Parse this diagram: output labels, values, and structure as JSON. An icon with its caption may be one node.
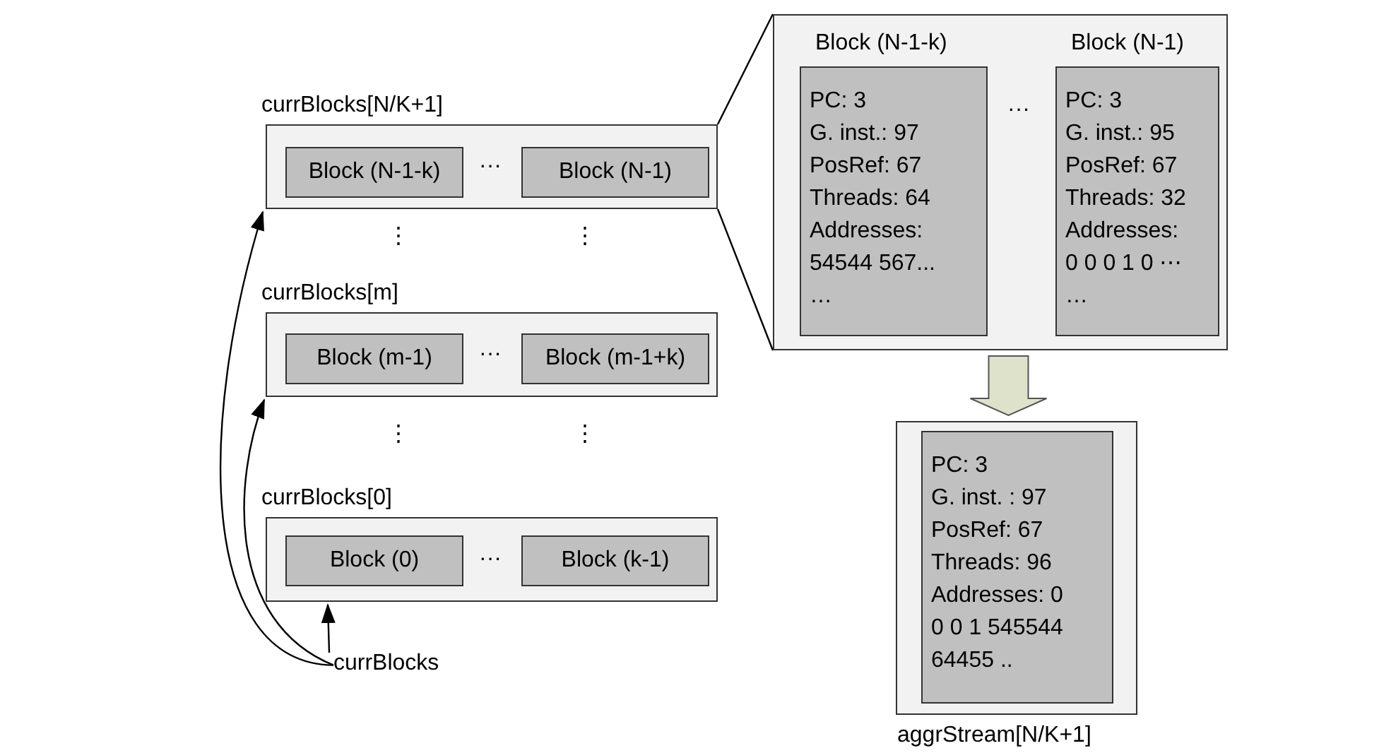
{
  "diagram": {
    "nodes": [
      {
        "text": [
          "currBlocks[N/K+1]"
        ]
      },
      {
        "text": [
          "Block (N-1-k)"
        ],
        "in": 0
      },
      {
        "text": [
          "Block (N-1)"
        ],
        "in": 0
      },
      {
        "text": [
          "currBlocks[m]"
        ]
      },
      {
        "text": [
          "Block (m-1)"
        ],
        "in": 3
      },
      {
        "text": [
          "Block (m-1+k)"
        ],
        "in": 3
      },
      {
        "text": [
          "currBlocks[0]"
        ]
      },
      {
        "text": [
          "Block (0)"
        ],
        "in": 6
      },
      {
        "text": [
          "Block (k-1)"
        ],
        "in": 6
      },
      {
        "text": [
          "currBlocks"
        ]
      },
      {
        "text": [],
        "shape": "box"
      },
      {
        "text": [
          "Block (N-1-k)",
          "PC: 3",
          "G. inst.: 97",
          "PosRef: 67",
          "Threads: 64",
          "Addresses: 54544 567... …"
        ],
        "in": 10
      },
      {
        "text": [
          "Block (N-1)",
          "PC: 3",
          "G. inst.: 95",
          "PosRef: 67",
          "Threads: 32",
          "Addresses: 0 0 0 1 0 ⋯ …"
        ],
        "in": 10
      },
      {
        "text": [
          "aggrStream[N/K+1]"
        ]
      },
      {
        "text": [
          "PC: 3",
          "G. inst. : 97",
          "PosRef: 67",
          "Threads: 96",
          "Addresses: 0 0 0 1 545544 64455 .."
        ],
        "in": 13
      }
    ],
    "edges": [
      {
        "from": 9,
        "to": 0,
        "arrow": "to"
      },
      {
        "from": 9,
        "to": 3,
        "arrow": "to"
      },
      {
        "from": 9,
        "to": 6,
        "arrow": "to"
      },
      {
        "from": 0,
        "to": 10,
        "arrow": "none"
      },
      {
        "from": 0,
        "to": 10,
        "arrow": "none"
      },
      {
        "from": 10,
        "to": 13,
        "arrow": "to",
        "style": "thick",
        "color": "#dee2ca"
      }
    ],
    "labels": [
      "···",
      "···",
      "···",
      "···",
      "⋮",
      "⋮",
      "⋮",
      "⋮"
    ]
  }
}
